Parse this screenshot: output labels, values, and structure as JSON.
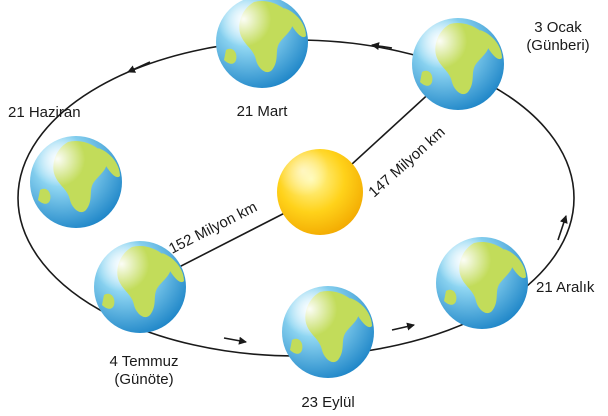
{
  "positions": {
    "march": {
      "label": "21 Mart"
    },
    "january": {
      "label": "3 Ocak",
      "sublabel": "(Günberi)"
    },
    "june": {
      "label": "21 Haziran"
    },
    "july": {
      "label": "4 Temmuz",
      "sublabel": "(Günöte)"
    },
    "september": {
      "label": "23 Eylül"
    },
    "december": {
      "label": "21 Aralık"
    }
  },
  "distances": {
    "perihelion": "147 Milyon km",
    "aphelion": "152 Milyon km"
  },
  "colors": {
    "ocean_light": "#8fd6f2",
    "ocean_dark": "#1f86c8",
    "land": "#c2dc5a",
    "sun_light": "#fff9a0",
    "sun_mid": "#ffd21a",
    "sun_dark": "#f2a800",
    "line": "#1a1a1a"
  },
  "icons": {
    "earth": "earth-icon",
    "sun": "sun-icon",
    "arrow": "arrowhead-icon"
  }
}
